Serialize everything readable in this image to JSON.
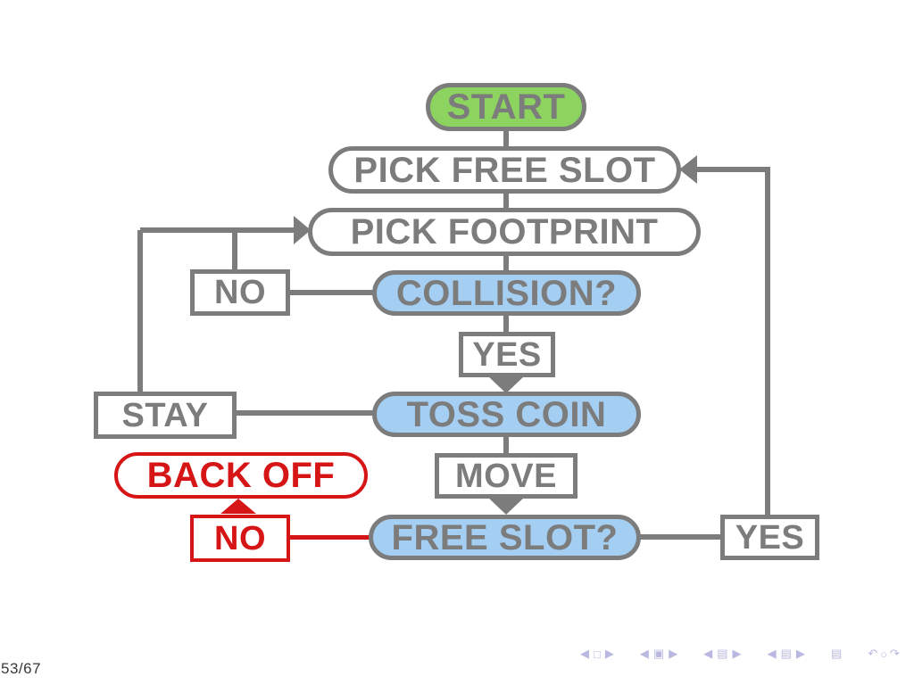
{
  "page_number": "53/67",
  "colors": {
    "green": "#8CD45F",
    "blue": "#A4CEF2",
    "gray": "#7C7C7C",
    "red": "#D61616",
    "nav": "#B8B8E0",
    "page_number_color": "#383838"
  },
  "nodes": {
    "start": "START",
    "pick_free_slot": "PICK FREE SLOT",
    "pick_footprint": "PICK FOOTPRINT",
    "collision": "COLLISION?",
    "collision_no": "NO",
    "collision_yes": "YES",
    "toss_coin": "TOSS COIN",
    "stay": "STAY",
    "move": "MOVE",
    "back_off": "BACK OFF",
    "free_slot_no": "NO",
    "free_slot": "FREE SLOT?",
    "free_slot_yes": "YES"
  },
  "nav": {
    "groups": [
      [
        "◀",
        "□",
        "▶"
      ],
      [
        "◀",
        "▣",
        "▶"
      ],
      [
        "◀",
        "▤",
        "▶"
      ],
      [
        "◀",
        "▤",
        "▶"
      ],
      [
        "▤"
      ],
      [
        "↶",
        "○",
        "↷"
      ]
    ]
  }
}
